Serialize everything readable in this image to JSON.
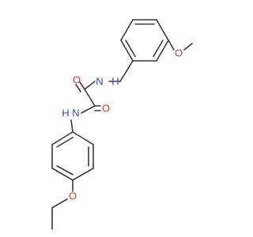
{
  "molecule": {
    "colors": {
      "bond": "#3a3a3a",
      "oxygen": "#e8321e",
      "nitrogen": "#3048d0",
      "background": "#ffffff"
    },
    "atoms": {
      "o_amide_top": {
        "symbol": "O",
        "element": "oxygen"
      },
      "nh_top": {
        "symbol": "N",
        "hydrogen": "H",
        "element": "nitrogen"
      },
      "o_amide_bottom": {
        "symbol": "O",
        "element": "oxygen"
      },
      "nh_bottom": {
        "symbol": "N",
        "hydrogen": "H",
        "element": "nitrogen"
      },
      "o_methoxy": {
        "symbol": "O",
        "element": "oxygen"
      },
      "o_ethoxy": {
        "symbol": "O",
        "element": "oxygen"
      }
    }
  }
}
